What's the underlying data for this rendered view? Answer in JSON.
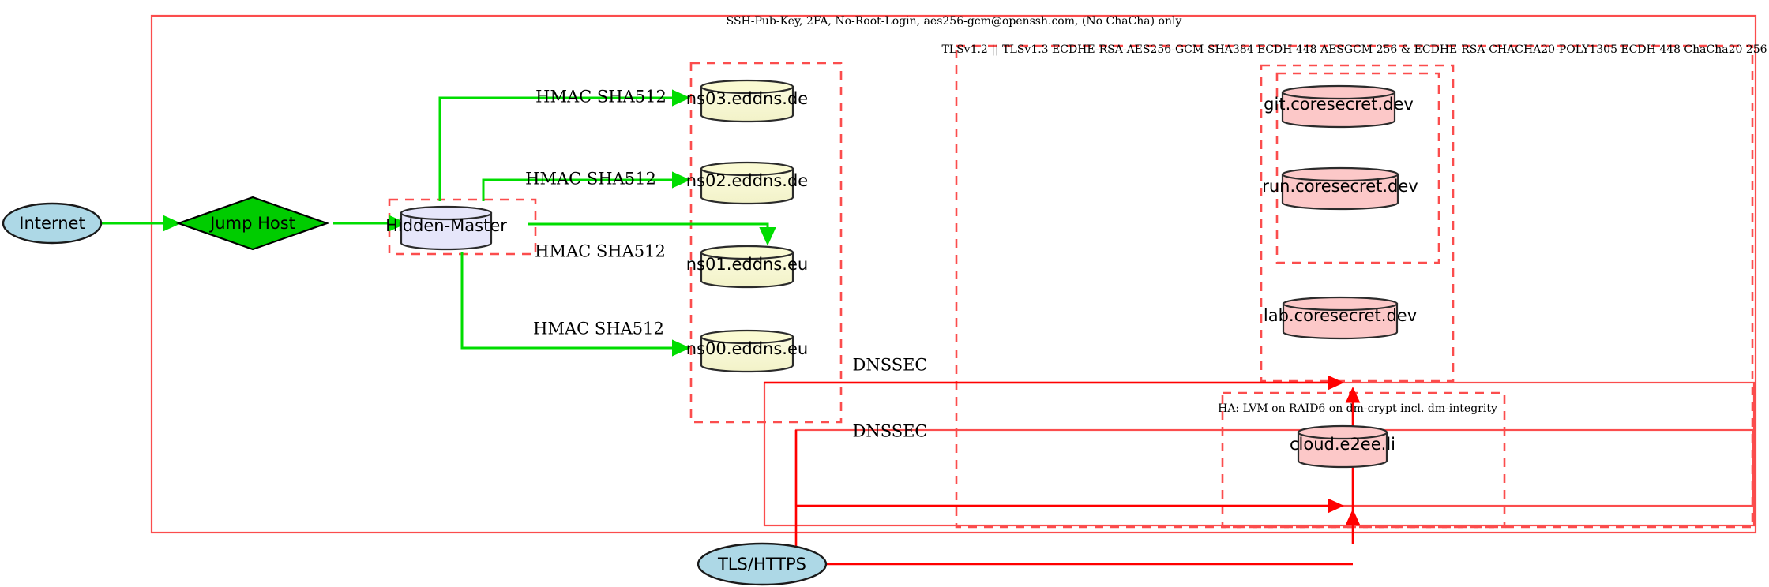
{
  "diagram": {
    "title": "network-security-topology",
    "colors": {
      "red_boundary": "#fb4d4d",
      "green_edge": "#00dd00",
      "red_edge": "#ff0000",
      "internet_fill": "#add8e6",
      "jumphost_fill": "#00cc00",
      "hidden_master_fill": "#e6e6fa",
      "dns_fill": "#fafad2",
      "service_fill": "#fcc8c8",
      "tls_fill": "#add8e6"
    },
    "clusters": [
      {
        "id": "ssh-boundary",
        "label": "SSH-Pub-Key, 2FA, No-Root-Login, aes256-gcm@openssh.com, (No ChaCha) only",
        "style": "solid"
      },
      {
        "id": "tls-boundary",
        "label": "TLSv1.2 || TLSv1.3 ECDHE-RSA-AES256-GCM-SHA384 ECDH 448 AESGCM 256 & ECDHE-RSA-CHACHA20-POLY1305 ECDH 448 ChaCha20 256",
        "style": "dashed"
      },
      {
        "id": "ha-boundary",
        "label": "HA: LVM on RAID6 on dm-crypt incl. dm-integrity",
        "style": "dashed"
      },
      {
        "id": "hidden-master-boundary",
        "label": "",
        "style": "dashed"
      },
      {
        "id": "nameserver-boundary",
        "label": "",
        "style": "dashed"
      },
      {
        "id": "coresecret-boundary",
        "label": "",
        "style": "dashed"
      },
      {
        "id": "coresecret-inner-boundary",
        "label": "",
        "style": "dashed"
      },
      {
        "id": "dnssec-outer-boundary",
        "label": "",
        "style": "solid"
      },
      {
        "id": "dnssec-inner-boundary",
        "label": "",
        "style": "solid"
      }
    ],
    "nodes": [
      {
        "id": "internet",
        "label": "Internet",
        "shape": "ellipse"
      },
      {
        "id": "jump-host",
        "label": "Jump Host",
        "shape": "diamond"
      },
      {
        "id": "hidden-master",
        "label": "Hidden-Master",
        "shape": "cylinder"
      },
      {
        "id": "ns03",
        "label": "ns03.eddns.de",
        "shape": "cylinder"
      },
      {
        "id": "ns02",
        "label": "ns02.eddns.de",
        "shape": "cylinder"
      },
      {
        "id": "ns01",
        "label": "ns01.eddns.eu",
        "shape": "cylinder"
      },
      {
        "id": "ns00",
        "label": "ns00.eddns.eu",
        "shape": "cylinder"
      },
      {
        "id": "git",
        "label": "git.coresecret.dev",
        "shape": "cylinder"
      },
      {
        "id": "run",
        "label": "run.coresecret.dev",
        "shape": "cylinder"
      },
      {
        "id": "lab",
        "label": "lab.coresecret.dev",
        "shape": "cylinder"
      },
      {
        "id": "cloud",
        "label": "cloud.e2ee.li",
        "shape": "cylinder"
      },
      {
        "id": "tls-https",
        "label": "TLS/HTTPS",
        "shape": "ellipse"
      }
    ],
    "edges": [
      {
        "from": "internet",
        "to": "jump-host",
        "label": "",
        "color": "green"
      },
      {
        "from": "jump-host",
        "to": "hidden-master",
        "label": "",
        "color": "green"
      },
      {
        "from": "hidden-master",
        "to": "ns03",
        "label": "HMAC SHA512",
        "color": "green"
      },
      {
        "from": "hidden-master",
        "to": "ns02",
        "label": "HMAC SHA512",
        "color": "green"
      },
      {
        "from": "hidden-master",
        "to": "ns01",
        "label": "HMAC SHA512",
        "color": "green"
      },
      {
        "from": "hidden-master",
        "to": "ns00",
        "label": "HMAC SHA512",
        "color": "green"
      },
      {
        "from": "nameservers",
        "to": "coresecret",
        "label": "DNSSEC",
        "color": "red"
      },
      {
        "from": "nameservers",
        "to": "cloud",
        "label": "DNSSEC",
        "color": "red"
      },
      {
        "from": "tls-https",
        "to": "services",
        "label": "",
        "color": "red"
      }
    ],
    "edge_labels": {
      "hmac": "HMAC SHA512",
      "dnssec": "DNSSEC"
    }
  }
}
